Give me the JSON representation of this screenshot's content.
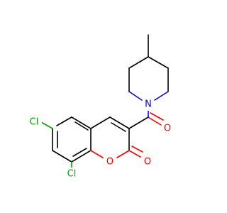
{
  "structure": {
    "atoms": [
      {
        "id": "cl_top",
        "label": "Cl",
        "color": "#00a000"
      },
      {
        "id": "cl_bottom",
        "label": "Cl",
        "color": "#00a000"
      },
      {
        "id": "o_ring",
        "label": "O",
        "color": "#ff0000"
      },
      {
        "id": "o_lactone",
        "label": "O",
        "color": "#ff0000"
      },
      {
        "id": "o_amide",
        "label": "O",
        "color": "#ff0000"
      },
      {
        "id": "n_amide",
        "label": "N",
        "color": "#0000ff"
      }
    ],
    "colors": {
      "bond": "#000000",
      "oxygen": "#ff0000",
      "nitrogen": "#0000ff",
      "chlorine": "#00a000",
      "background": "#ffffff"
    }
  }
}
